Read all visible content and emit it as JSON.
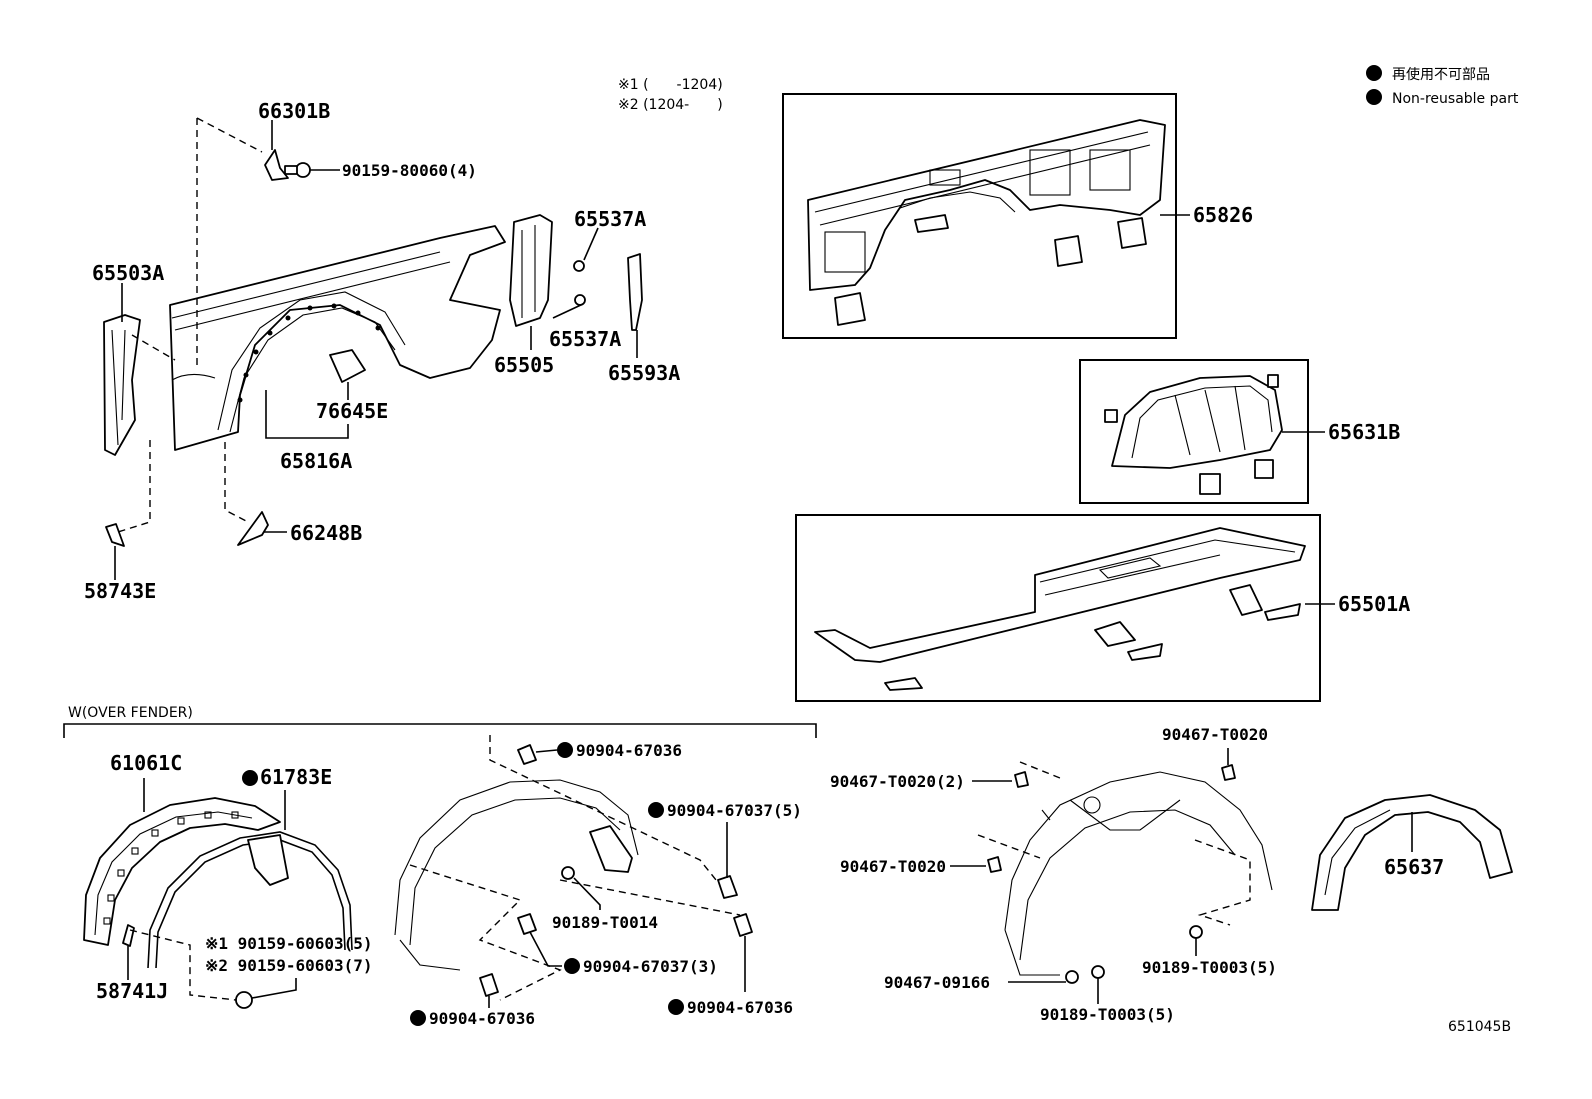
{
  "legend": {
    "line1": "再使用不可部品",
    "line2": "Non-reusable part"
  },
  "notes": {
    "n1": "※1 (　　-1204)",
    "n2": "※2 (1204-　　)"
  },
  "section_label": "W(OVER FENDER)",
  "diagram_id": "651045B",
  "callouts": {
    "p66301B": "66301B",
    "p90159_80060": "90159-80060(4)",
    "p65503A": "65503A",
    "p65537A_top": "65537A",
    "p65537A_bot": "65537A",
    "p65505": "65505",
    "p65593A": "65593A",
    "p76645E": "76645E",
    "p65816A": "65816A",
    "p66248B": "66248B",
    "p58743E": "58743E",
    "p65826": "65826",
    "p65631B": "65631B",
    "p65501A": "65501A",
    "p61061C": "61061C",
    "p61783E": "61783E",
    "p58741J": "58741J",
    "p90159_60603_1": "※1 90159-60603(5)",
    "p90159_60603_2": "※2 90159-60603(7)",
    "p90904_67036_a": "90904-67036",
    "p90904_67037_5": "90904-67037(5)",
    "p90189_T0014": "90189-T0014",
    "p90904_67037_3": "90904-67037(3)",
    "p90904_67036_b": "90904-67036",
    "p90904_67036_c": "90904-67036",
    "p90467_T0020_top": "90467-T0020",
    "p90467_T0020_2": "90467-T0020(2)",
    "p90467_T0020_mid": "90467-T0020",
    "p65637": "65637",
    "p90467_09166": "90467-09166",
    "p90189_T0003_a": "90189-T0003(5)",
    "p90189_T0003_b": "90189-T0003(5)"
  }
}
